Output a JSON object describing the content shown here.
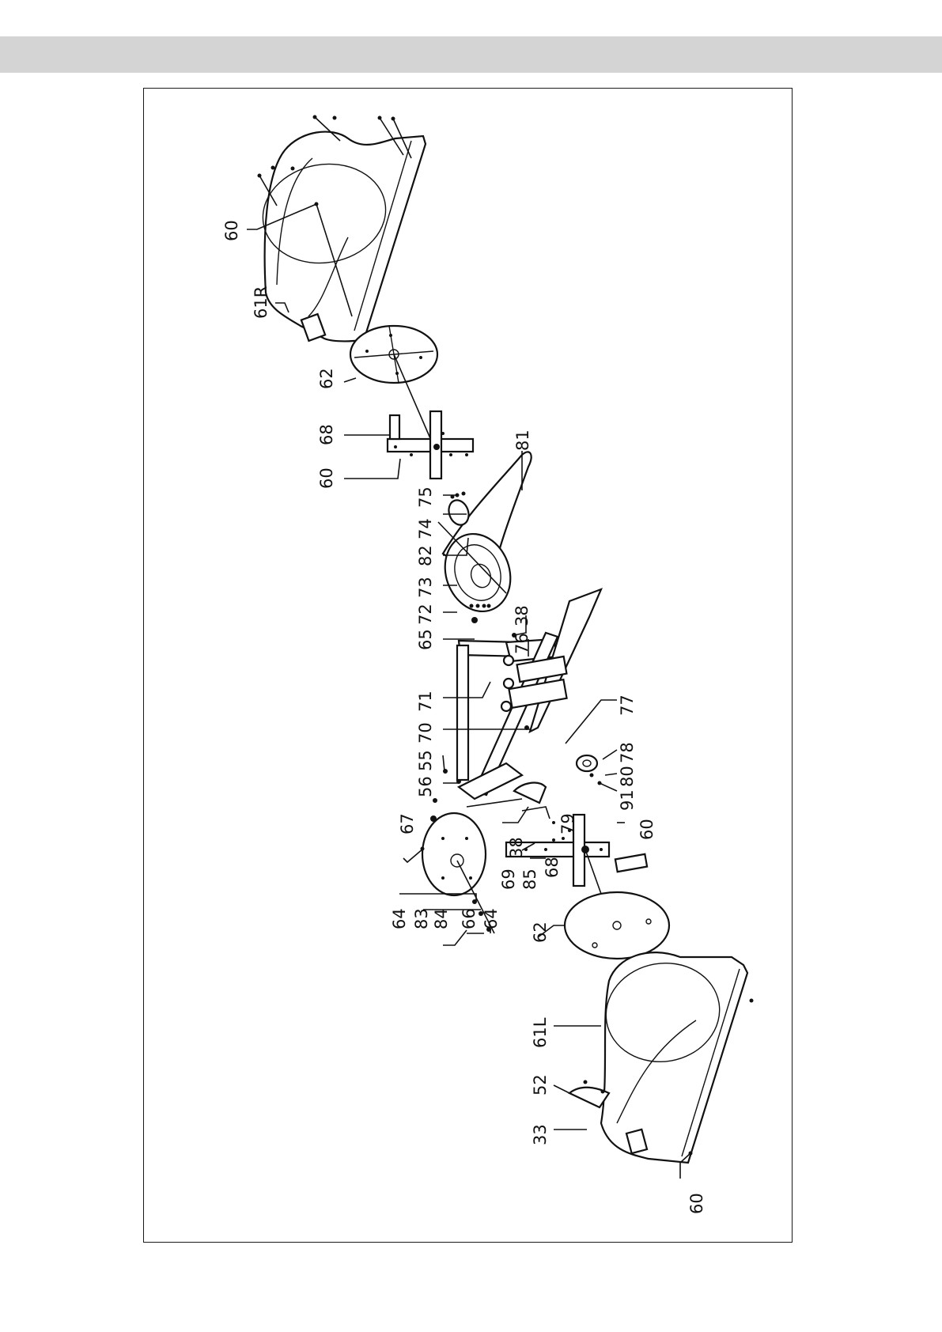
{
  "page": {
    "background": "#ffffff",
    "band_color": "#d4d4d4"
  },
  "diagram": {
    "type": "exploded-parts-view",
    "labels": [
      {
        "id": "l60a",
        "text": "60"
      },
      {
        "id": "l61R",
        "text": "61R"
      },
      {
        "id": "l62a",
        "text": "62"
      },
      {
        "id": "l68a",
        "text": "68"
      },
      {
        "id": "l60b",
        "text": "60"
      },
      {
        "id": "l81",
        "text": "81"
      },
      {
        "id": "l75",
        "text": "75"
      },
      {
        "id": "l74",
        "text": "74"
      },
      {
        "id": "l82",
        "text": "82"
      },
      {
        "id": "l73",
        "text": "73"
      },
      {
        "id": "l72",
        "text": "72"
      },
      {
        "id": "l65",
        "text": "65"
      },
      {
        "id": "l38a",
        "text": "38"
      },
      {
        "id": "l76",
        "text": "76"
      },
      {
        "id": "l71",
        "text": "71"
      },
      {
        "id": "l70",
        "text": "70"
      },
      {
        "id": "l77",
        "text": "77"
      },
      {
        "id": "l55",
        "text": "55"
      },
      {
        "id": "l56",
        "text": "56"
      },
      {
        "id": "l78",
        "text": "78"
      },
      {
        "id": "l80",
        "text": "80"
      },
      {
        "id": "l91",
        "text": "91"
      },
      {
        "id": "l67",
        "text": "67"
      },
      {
        "id": "l79",
        "text": "79"
      },
      {
        "id": "l38b",
        "text": "38"
      },
      {
        "id": "l69",
        "text": "69"
      },
      {
        "id": "l85",
        "text": "85"
      },
      {
        "id": "l68b",
        "text": "68"
      },
      {
        "id": "l60c",
        "text": "60"
      },
      {
        "id": "l64a",
        "text": "64"
      },
      {
        "id": "l83",
        "text": "83"
      },
      {
        "id": "l84",
        "text": "84"
      },
      {
        "id": "l66",
        "text": "66"
      },
      {
        "id": "l64b",
        "text": "64"
      },
      {
        "id": "l62b",
        "text": "62"
      },
      {
        "id": "l61L",
        "text": "61L"
      },
      {
        "id": "l52",
        "text": "52"
      },
      {
        "id": "l33",
        "text": "33"
      },
      {
        "id": "l60d",
        "text": "60"
      }
    ]
  }
}
